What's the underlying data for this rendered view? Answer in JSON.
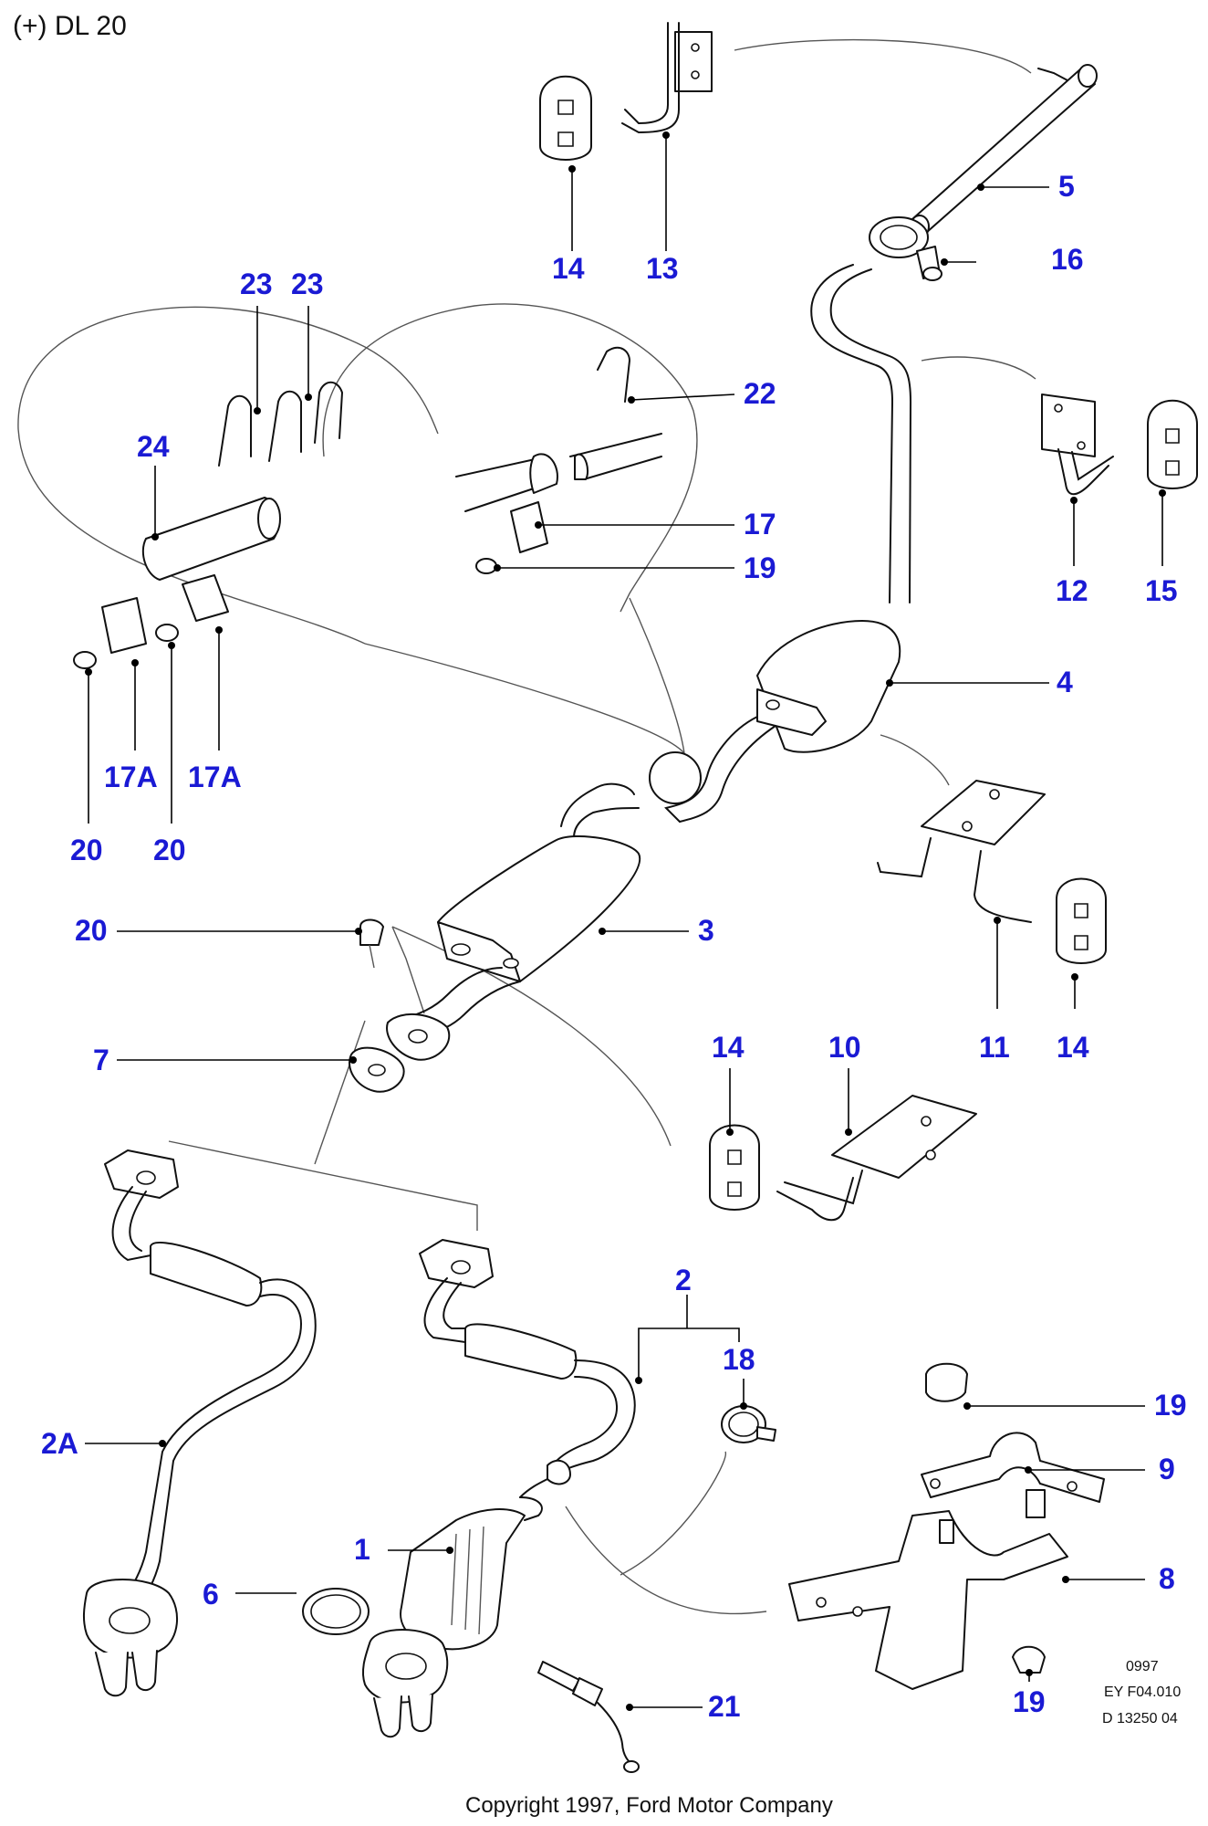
{
  "header": {
    "title": "(+) DL 20"
  },
  "references": {
    "date_code": "0997",
    "figure_code": "EY F04.010",
    "drawing_number": "D 13250 04"
  },
  "footer": {
    "copyright": "Copyright 1997, Ford Motor Company"
  },
  "callouts": {
    "p14a": "14",
    "p13": "13",
    "p5": "5",
    "p16": "16",
    "p23a": "23",
    "p23b": "23",
    "p24": "24",
    "p22": "22",
    "p17": "17",
    "p19a": "19",
    "p12": "12",
    "p15": "15",
    "p4": "4",
    "p17Aa": "17A",
    "p17Ab": "17A",
    "p20a": "20",
    "p20b": "20",
    "p20c": "20",
    "p3": "3",
    "p11": "11",
    "p14b": "14",
    "p7": "7",
    "p14c": "14",
    "p10": "10",
    "p2": "2",
    "p18": "18",
    "p19b": "19",
    "p9": "9",
    "p2A": "2A",
    "p1": "1",
    "p6": "6",
    "p8": "8",
    "p21": "21",
    "p19c": "19"
  },
  "colors": {
    "callout": "#1a1ad4",
    "line": "#111111",
    "background": "#ffffff"
  }
}
